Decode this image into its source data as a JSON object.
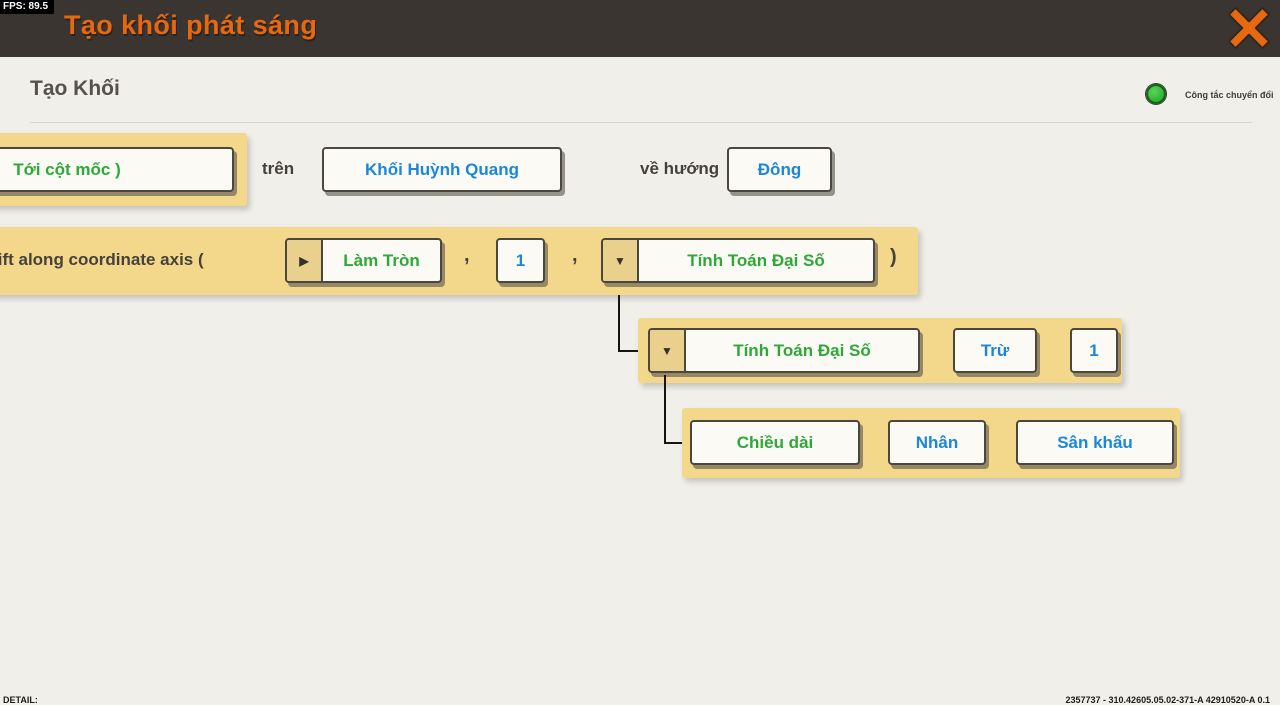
{
  "titlebar": {
    "fps": "FPS: 89.5",
    "title": "Tạo khối phát sáng"
  },
  "panel": {
    "heading": "Tạo Khối",
    "toggle_label": "Công tắc chuyển đổi"
  },
  "icons": {
    "play": "▶",
    "dropdown": "▼"
  },
  "colors": {
    "accent_orange": "#e8680f",
    "block_tan": "#f3d88c",
    "action_green": "#2fa83a",
    "value_blue": "#1b87d9",
    "toggle_green": "#2db82d"
  },
  "blocks": {
    "row1": {
      "goto_button": "Tới cột mốc )",
      "on_label": "trên",
      "block_button": "Khối Huỳnh Quang",
      "direction_label": "về hướng",
      "direction_button": "Đông"
    },
    "row2": {
      "prefix_label": "Shift along coordinate axis  (",
      "round_button": "Làm Tròn",
      "comma": ",",
      "value_button": "1",
      "algebra_button": "Tính Toán Đại Số",
      "close_paren": ")"
    },
    "row3": {
      "algebra_button": "Tính Toán Đại Số",
      "operator_button": "Trừ",
      "value_button": "1"
    },
    "row4": {
      "length_button": "Chiều dài",
      "operator_button": "Nhân",
      "stage_button": "Sân khấu"
    }
  },
  "footer": {
    "left": "DETAIL:",
    "right": "2357737 - 310.42605.05.02-371-A 42910520-A 0.1"
  }
}
